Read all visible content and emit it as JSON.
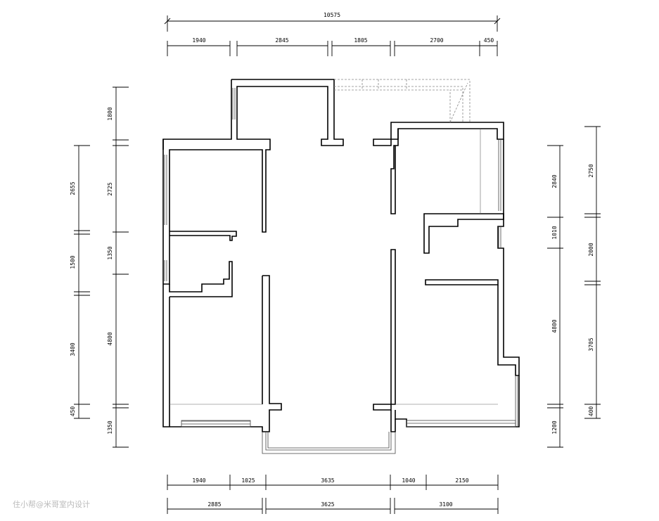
{
  "watermark": "住小帮@米哥室内设计",
  "dims_top_total": {
    "label": "10575"
  },
  "dims_top": [
    "1940",
    "2845",
    "1805",
    "2700",
    "450"
  ],
  "dims_bottom_1": [
    "1940",
    "1025",
    "3635",
    "1040",
    "2150"
  ],
  "dims_bottom_2": [
    "2885",
    "3625",
    "3100"
  ],
  "dims_left_outer": [
    "2655",
    "1500",
    "3400",
    "450"
  ],
  "dims_left_inner": [
    "1800",
    "2725",
    "1350",
    "4800",
    "1350"
  ],
  "dims_right_inner": [
    "2840",
    "1010",
    "4800",
    "1200"
  ],
  "dims_right_outer": [
    "2750",
    "2000",
    "3705",
    "400"
  ]
}
